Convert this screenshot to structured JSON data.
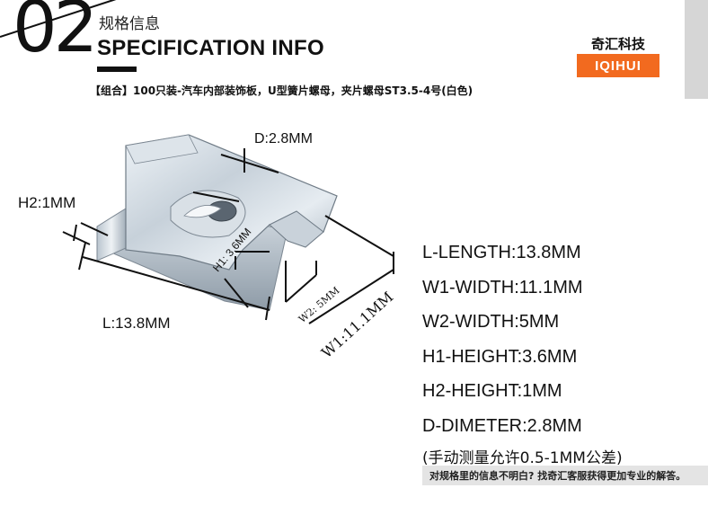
{
  "header": {
    "number": "02",
    "title_cn": "规格信息",
    "title_en": "SPECIFICATION INFO",
    "brand_cn": "奇汇科技",
    "brand_en": "IQIHUI",
    "subtitle": "【组合】100只装-汽车内部装饰板，U型簧片螺母，夹片螺母ST3.5-4号(白色)"
  },
  "diagram": {
    "labels": {
      "d": "D:2.8MM",
      "h2": "H2:1MM",
      "h1": "H1: 3.6MM",
      "w2": "W2: 5MM",
      "w1": "W1:11.1MM",
      "l": "L:13.8MM"
    }
  },
  "specs": {
    "lines": [
      "L-LENGTH:13.8MM",
      "W1-WIDTH:11.1MM",
      "W2-WIDTH:5MM",
      "H1-HEIGHT:3.6MM",
      "H2-HEIGHT:1MM",
      "D-DIMETER:2.8MM"
    ],
    "note": "(手动测量允许0.5-1MM公差)"
  },
  "footer": {
    "text": "对规格里的信息不明白? 找奇汇客服获得更加专业的解答。"
  },
  "colors": {
    "brand_orange": "#f26a1f",
    "gray_bar": "#d6d6d6",
    "footer_bg": "#e4e4e4"
  }
}
